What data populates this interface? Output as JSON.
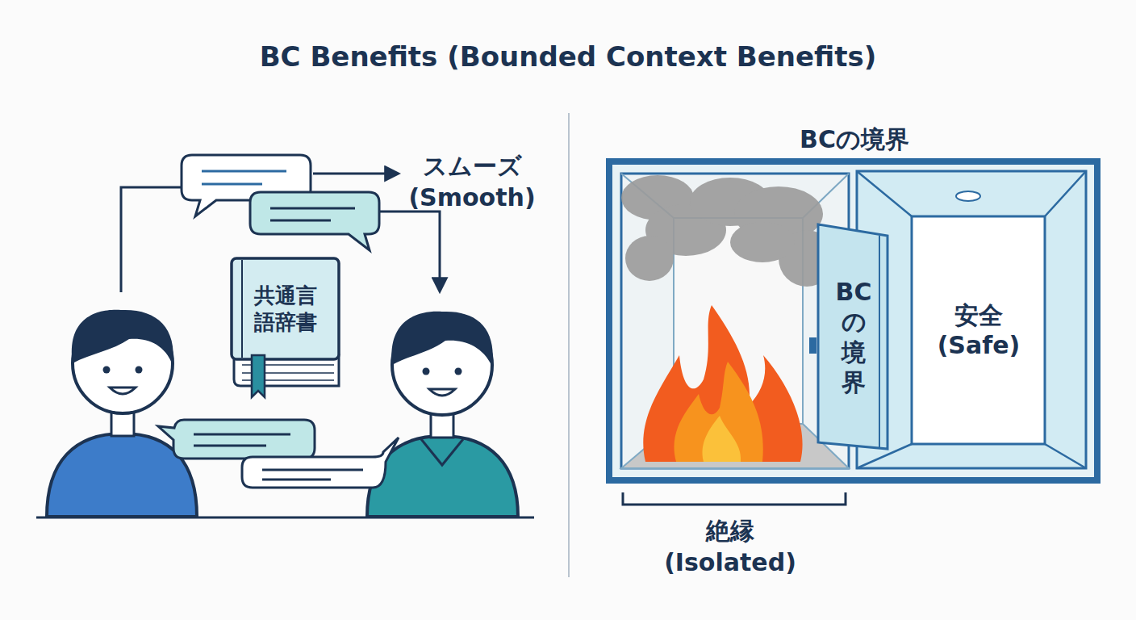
{
  "diagram": {
    "title": "BC Benefits (Bounded Context Benefits)",
    "nodes": [
      {
        "text": [
          "共通言語辞書"
        ]
      },
      {
        "text": [
          "BCの境界"
        ]
      },
      {
        "text": [
          "BCの境界"
        ],
        "in": 1
      },
      {
        "text": [
          "安全 (Safe)"
        ],
        "in": 1
      }
    ],
    "labels": [
      "スムーズ (Smooth)",
      "絶縁 (Isolated)"
    ]
  }
}
